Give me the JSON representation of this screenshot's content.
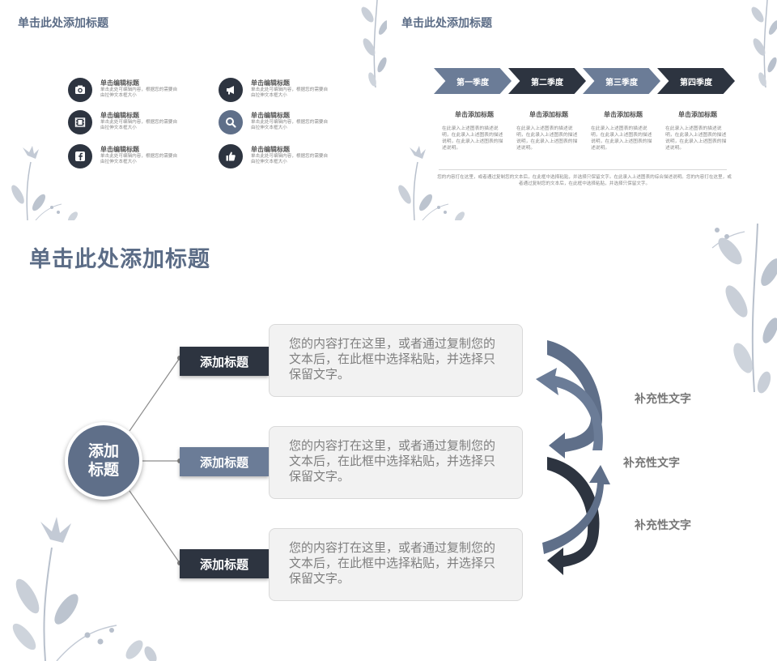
{
  "slide1": {
    "title": "单击此处添加标题",
    "features": [
      {
        "heading": "单击编辑标题",
        "desc": "单击此处可编辑内容，根据您的需要自由拉伸文本框大小",
        "icon": "camera-icon"
      },
      {
        "heading": "单击编辑标题",
        "desc": "单击此处可编辑内容，根据您的需要自由拉伸文本框大小",
        "icon": "film-icon"
      },
      {
        "heading": "单击编辑标题",
        "desc": "单击此处可编辑内容，根据您的需要自由拉伸文本框大小",
        "icon": "facebook-icon"
      },
      {
        "heading": "单击编辑标题",
        "desc": "单击此处可编辑内容，根据您的需要自由拉伸文本框大小",
        "icon": "megaphone-icon"
      },
      {
        "heading": "单击编辑标题",
        "desc": "单击此处可编辑内容，根据您的需要自由拉伸文本框大小",
        "icon": "search-icon"
      },
      {
        "heading": "单击编辑标题",
        "desc": "单击此处可编辑内容，根据您的需要自由拉伸文本框大小",
        "icon": "thumbs-up-icon"
      }
    ]
  },
  "slide2": {
    "title": "单击此处添加标题",
    "quarters": [
      "第一季度",
      "第二季度",
      "第三季度",
      "第四季度"
    ],
    "columns": [
      {
        "heading": "单击添加标题",
        "desc": "在此录入上述图表的描述说明，在此录入上述图表的描述说明，在此录入上述图表的描述说明。"
      },
      {
        "heading": "单击添加标题",
        "desc": "在此录入上述图表的描述说明，在此录入上述图表的描述说明，在此录入上述图表的描述说明。"
      },
      {
        "heading": "单击添加标题",
        "desc": "在此录入上述图表的描述说明，在此录入上述图表的描述说明，在此录入上述图表的描述说明。"
      },
      {
        "heading": "单击添加标题",
        "desc": "在此录入上述图表的描述说明，在此录入上述图表的描述说明，在此录入上述图表的描述说明。"
      }
    ],
    "footer": "您的内容打在这里，或者通过复制您的文本后，在此框中选择粘贴，并选择只保留文字。在此录入上述图表的综合描述说明。您的内容打在这里，或者通过复制您的文本后，在此框中选择粘贴，并选择只保留文字。"
  },
  "slide3": {
    "title": "单击此处添加标题",
    "hub_label_line1": "添加",
    "hub_label_line2": "标题",
    "branches": [
      {
        "tag": "添加标题",
        "text": "您的内容打在这里，或者通过复制您的文本后，在此框中选择粘贴，并选择只保留文字。"
      },
      {
        "tag": "添加标题",
        "text": "您的内容打在这里，或者通过复制您的文本后，在此框中选择粘贴，并选择只保留文字。"
      },
      {
        "tag": "添加标题",
        "text": "您的内容打在这里，或者通过复制您的文本后，在此框中选择粘贴，并选择只保留文字。"
      }
    ],
    "supplements": [
      "补充性文字",
      "补充性文字",
      "补充性文字"
    ]
  },
  "colors": {
    "dark": "#2d3440",
    "slate": "#5f6f89",
    "light_slate": "#6b7c97",
    "box_bg": "#f2f2f2"
  }
}
